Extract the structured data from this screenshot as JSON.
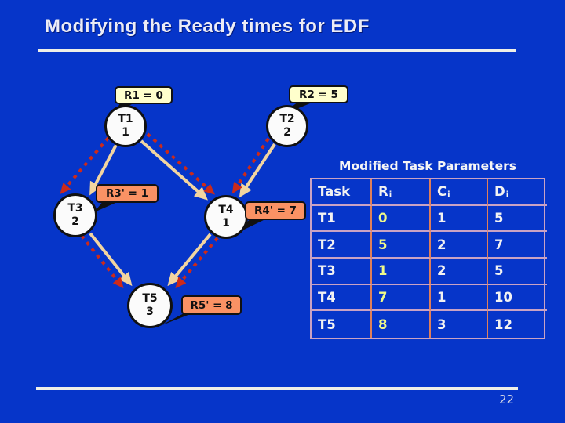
{
  "slide": {
    "title": "Modifying the Ready times for EDF",
    "page_number": "22"
  },
  "diagram": {
    "nodes": [
      {
        "id": "T1",
        "label": "T1",
        "value": "1",
        "callout": "R1 = 0"
      },
      {
        "id": "T2",
        "label": "T2",
        "value": "2",
        "callout": "R2 = 5"
      },
      {
        "id": "T3",
        "label": "T3",
        "value": "2",
        "callout": "R3' = 1"
      },
      {
        "id": "T4",
        "label": "T4",
        "value": "1",
        "callout": "R4' = 7"
      },
      {
        "id": "T5",
        "label": "T5",
        "value": "3",
        "callout": "R5' = 8"
      }
    ],
    "edges": [
      "T1->T3",
      "T1->T4",
      "T2->T4",
      "T3->T5",
      "T4->T5"
    ],
    "colors": {
      "background": "#0635C9",
      "precedence_arrow": "#F2D5A0",
      "modified_ready_arrow": "#CC2A1A",
      "original_ready_callout": "#FFFFCC",
      "modified_ready_callout": "#FA9264"
    }
  },
  "table": {
    "title": "Modified Task Parameters",
    "headers": [
      {
        "main": "Task",
        "sub": ""
      },
      {
        "main": "R",
        "sub": "i"
      },
      {
        "main": "C",
        "sub": "i"
      },
      {
        "main": "D",
        "sub": "i"
      }
    ],
    "rows": [
      {
        "task": "T1",
        "r": "0",
        "c": "1",
        "d": "5"
      },
      {
        "task": "T2",
        "r": "5",
        "c": "2",
        "d": "7"
      },
      {
        "task": "T3",
        "r": "1",
        "c": "2",
        "d": "5"
      },
      {
        "task": "T4",
        "r": "7",
        "c": "1",
        "d": "10"
      },
      {
        "task": "T5",
        "r": "8",
        "c": "3",
        "d": "12"
      }
    ]
  }
}
